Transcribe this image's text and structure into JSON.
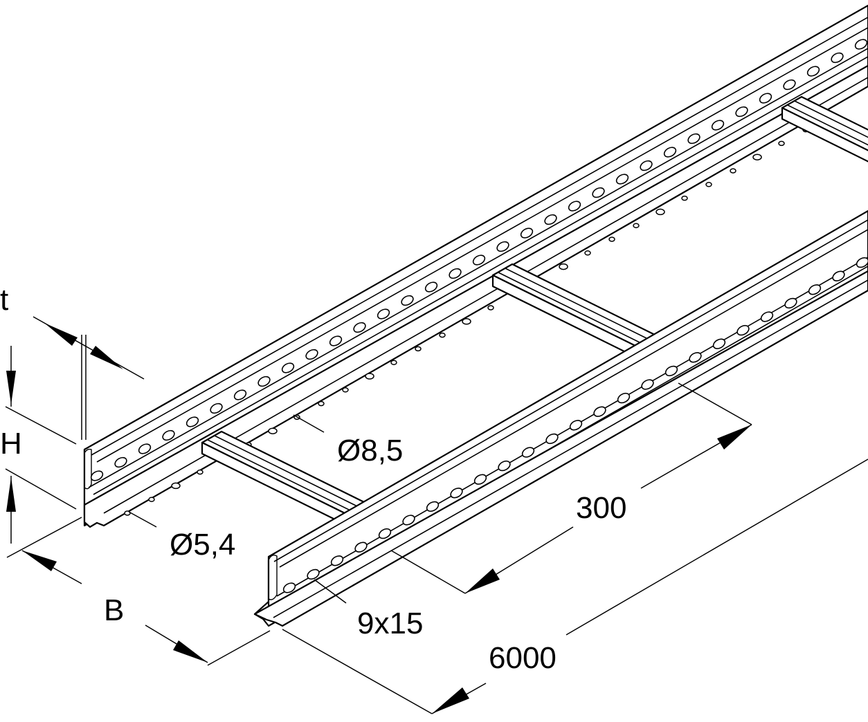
{
  "labels": {
    "thickness": "t",
    "height": "H",
    "width": "B",
    "hole_large": "Ø8,5",
    "hole_small": "Ø5,4",
    "slot": "9x15",
    "rung_spacing": "300",
    "length": "6000"
  }
}
